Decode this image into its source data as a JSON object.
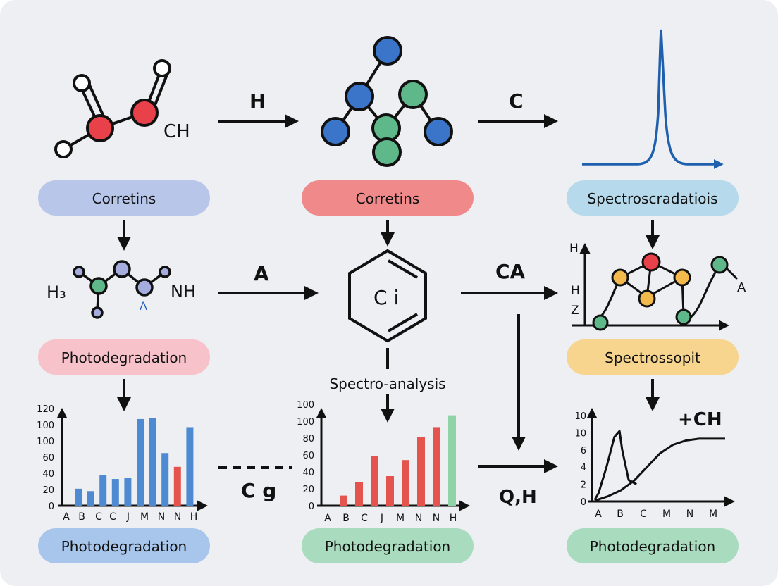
{
  "colors": {
    "blue_pill": "#b8c6ea",
    "red_pill": "#f0898a",
    "lightblue_pill": "#b6daeb",
    "pink_pill": "#f7c2c9",
    "yellow_pill": "#f7d58e",
    "blue2_pill": "#a8c6ec",
    "green_pill": "#a9dbbf",
    "bar_blue": "#4e8ad1",
    "bar_red": "#e4534e",
    "bar_green": "#8fd4a6",
    "atom_red": "#e9414a",
    "atom_blue": "#3a75c9",
    "atom_green": "#5fb88a",
    "atom_lavender": "#a5addf",
    "atom_yellow": "#f3b94a",
    "curve_blue": "#1e5fae"
  },
  "pills": {
    "p1": "Corretins",
    "p2": "Corretins",
    "p3": "Spectroscradatiois",
    "p4": "Photodegradation",
    "p5": "Spectrossopit",
    "p6": "Photodegradation",
    "p7": "Photodegradation",
    "p8": "Photodegradation"
  },
  "labels": {
    "arrow_h": "H",
    "arrow_c": "C",
    "arrow_a": "A",
    "arrow_ca": "CA",
    "mol1_ch": "CH",
    "mol2_h3": "H₃",
    "mol2_nh": "NH",
    "mol2_mark": "Λ",
    "benzene": "C ⅰ",
    "spectro_analysis": "Spectro-analysis",
    "cg": "C g",
    "qh": "Q,H",
    "net_h_top": "H",
    "net_h_mid": "H",
    "net_z": "Z",
    "net_a": "A",
    "plus_ch": "+CH"
  },
  "chart_data": [
    {
      "type": "bar",
      "categories": [
        "A",
        "B",
        "C",
        "C",
        "J",
        "M",
        "N",
        "N",
        "H"
      ],
      "values": [
        21,
        18,
        38,
        33,
        34,
        107,
        108,
        65,
        48,
        97
      ],
      "yticks": [
        "0",
        "20",
        "40",
        "60",
        "100",
        "100",
        "120"
      ],
      "note": "left chart"
    },
    {
      "type": "bar",
      "categories": [
        "A",
        "B",
        "C",
        "J",
        "M",
        "N",
        "N",
        "H"
      ],
      "values": [
        12,
        28,
        59,
        35,
        54,
        81,
        93,
        107
      ],
      "yticks": [
        "0",
        "20",
        "40",
        "60",
        "80",
        "100",
        "100"
      ]
    },
    {
      "type": "line",
      "categories": [
        "A",
        "B",
        "C",
        "M",
        "N",
        "M"
      ],
      "yticks": [
        "0",
        "2",
        "4",
        "6",
        "10",
        "10"
      ],
      "series": [
        {
          "x": [
            0,
            0.15,
            0.45,
            0.75,
            0.95,
            1.05,
            1.3,
            1.6
          ],
          "values": [
            0.2,
            1.0,
            4.0,
            7.5,
            8.2,
            6.0,
            2.5,
            2.0
          ]
        },
        {
          "x": [
            0,
            0.5,
            1.0,
            1.5,
            2.0,
            2.5,
            3.0,
            3.5,
            4.0,
            4.5,
            5.0
          ],
          "values": [
            0.1,
            0.6,
            1.3,
            2.4,
            4.0,
            5.6,
            6.6,
            7.1,
            7.3,
            7.3,
            7.3
          ]
        }
      ]
    }
  ]
}
